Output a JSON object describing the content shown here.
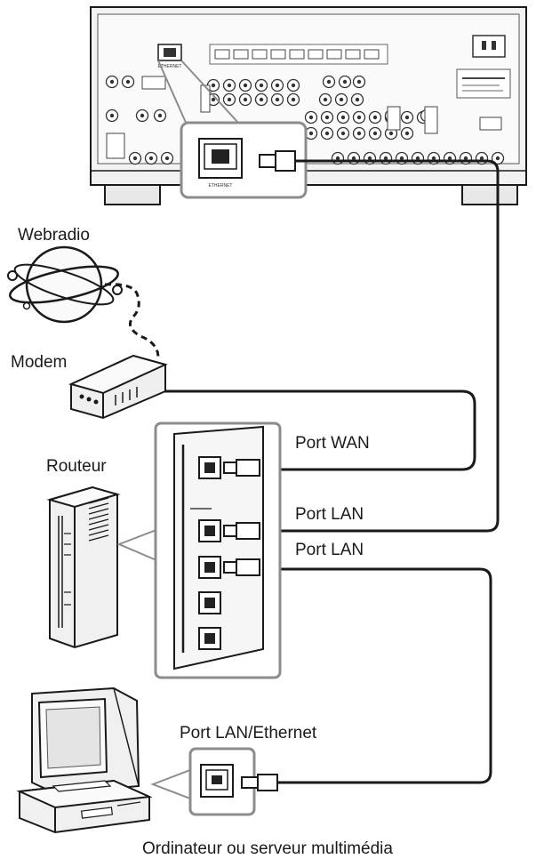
{
  "labels": {
    "webradio": "Webradio",
    "modem": "Modem",
    "router": "Routeur",
    "port_wan": "Port WAN",
    "port_lan_1": "Port LAN",
    "port_lan_2": "Port LAN",
    "port_lan_ethernet": "Port LAN/Ethernet",
    "computer": "Ordinateur ou serveur multimédia"
  },
  "receiver": {
    "port_label_small": "ETHERNET",
    "port_label_zoom": "ETHERNET"
  },
  "colors": {
    "line": "#1a1a1a",
    "device_fill": "#ececec",
    "panel_fill": "#f4f4f4",
    "zoom_border": "#8c8c8c",
    "background": "#ffffff"
  },
  "icons": [
    "globe-icon",
    "ethernet-port-icon",
    "ethernet-plug-icon"
  ]
}
